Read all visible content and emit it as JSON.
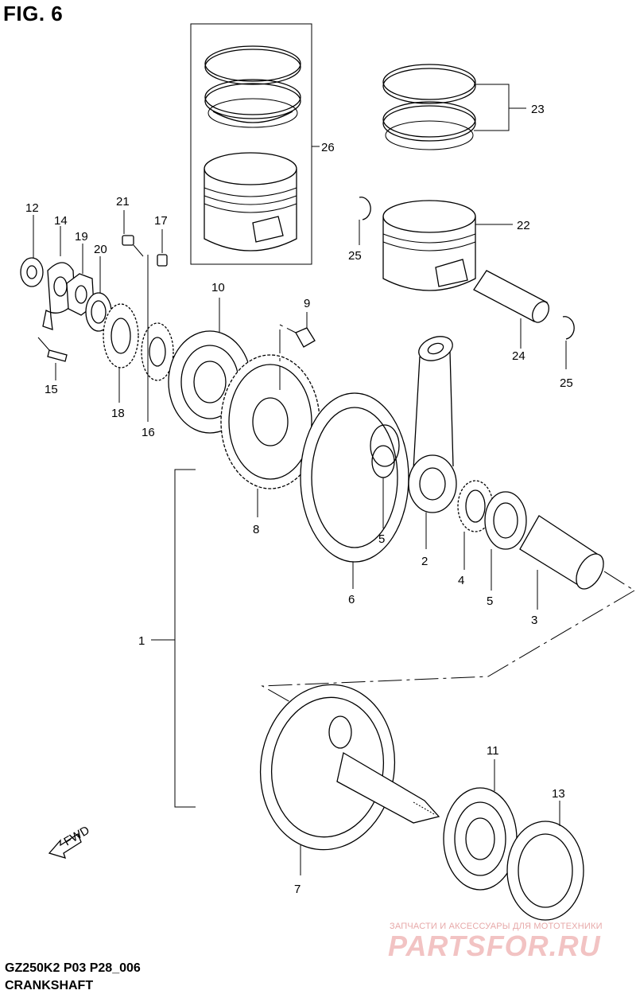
{
  "header": {
    "figure": "FIG. 6"
  },
  "footer": {
    "code": "GZ250K2 P03 P28_006",
    "name": "CRANKSHAFT"
  },
  "watermark": {
    "tagline": "ЗАПЧАСТИ И АКСЕССУАРЫ ДЛЯ МОТОТЕХНИКИ",
    "logo": "PARTSFOR.RU"
  },
  "fwd_label": "FWD",
  "callouts": [
    "1",
    "2",
    "3",
    "4",
    "5",
    "5",
    "6",
    "7",
    "8",
    "9",
    "10",
    "11",
    "12",
    "13",
    "14",
    "15",
    "16",
    "17",
    "18",
    "19",
    "20",
    "21",
    "22",
    "23",
    "24",
    "25",
    "25",
    "26"
  ]
}
